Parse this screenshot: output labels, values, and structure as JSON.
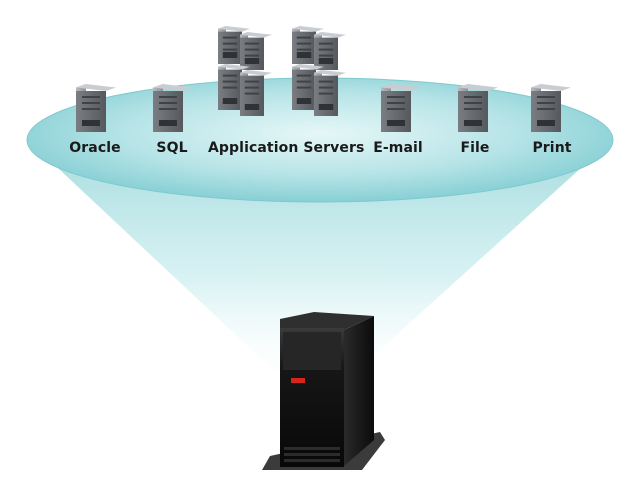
{
  "workloads": [
    {
      "id": "oracle",
      "label": "Oracle"
    },
    {
      "id": "sql",
      "label": "SQL"
    },
    {
      "id": "app-servers",
      "label": "Application Servers"
    },
    {
      "id": "email",
      "label": "E-mail"
    },
    {
      "id": "file",
      "label": "File"
    },
    {
      "id": "print",
      "label": "Print"
    }
  ],
  "colors": {
    "beam": "#a9dde0",
    "disc": "#8fd2d6",
    "server_body": "#666a6e",
    "mainframe_body": "#111111",
    "mainframe_accent": "#d6251c"
  },
  "icons": {
    "small_server": "tower-server-icon",
    "server_cluster": "server-rack-cluster-icon",
    "mainframe": "mainframe-server-icon"
  }
}
